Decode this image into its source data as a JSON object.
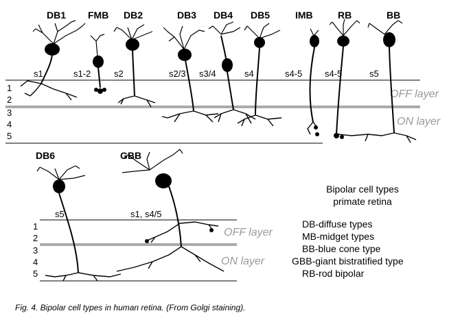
{
  "top_panel": {
    "cell_labels": [
      "DB1",
      "FMB",
      "DB2",
      "DB3",
      "DB4",
      "DB5",
      "IMB",
      "RB",
      "BB"
    ],
    "strata_labels": [
      "s1",
      "s1-2",
      "s2",
      "s2/3",
      "s3/4",
      "s4",
      "s4-5",
      "s4-5",
      "s5"
    ],
    "layer_numbers": [
      "1",
      "2",
      "3",
      "4",
      "5"
    ],
    "off_layer_label": "OFF layer",
    "on_layer_label": "ON layer"
  },
  "bottom_panel": {
    "cell_labels": [
      "DB6",
      "GBB"
    ],
    "strata_labels": [
      "s5",
      "s1, s4/5"
    ],
    "layer_numbers": [
      "1",
      "2",
      "3",
      "4",
      "5"
    ],
    "off_layer_label": "OFF layer",
    "on_layer_label": "ON layer"
  },
  "legend": {
    "title_line1": "Bipolar cell types",
    "title_line2": "primate retina",
    "items": [
      "DB-diffuse types",
      "MB-midget types",
      "BB-blue cone type",
      "GBB-giant bistratified type",
      "RB-rod bipolar"
    ]
  },
  "caption": "Fig. 4. Bipolar cell types in human retina. (From Golgi staining).",
  "colors": {
    "ink": "#000000",
    "divider": "#aaaaaa",
    "layer_text": "#9a9a9a"
  }
}
